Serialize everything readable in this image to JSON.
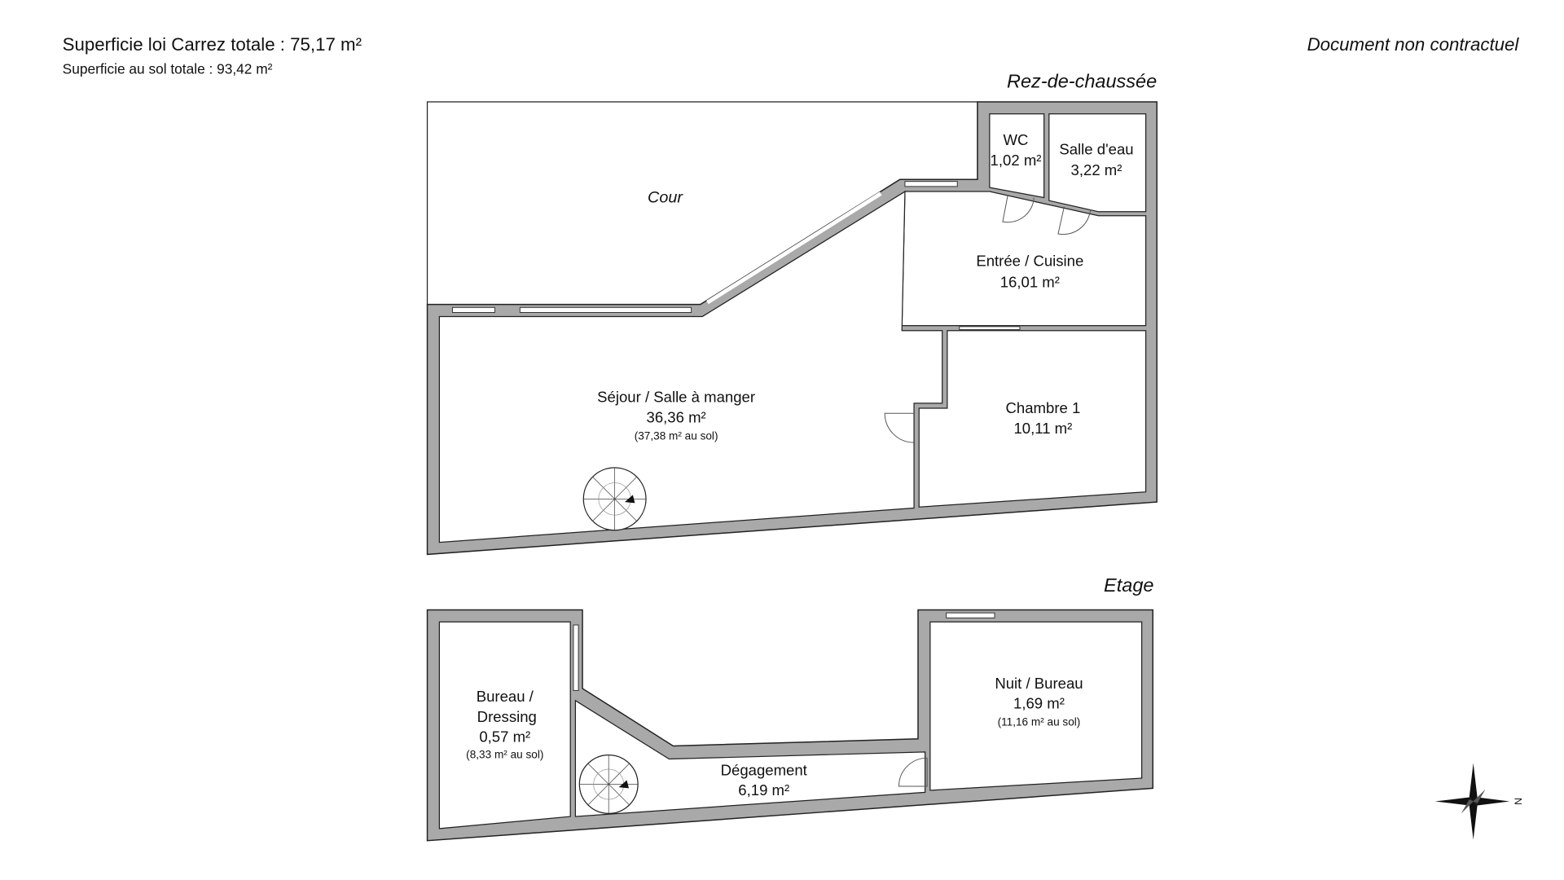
{
  "header": {
    "carrez_total": "Superficie loi Carrez totale :  75,17 m²",
    "sol_total": "Superficie au sol totale :  93,42 m²",
    "disclaimer": "Document non contractuel"
  },
  "levels": {
    "rdc": {
      "title": "Rez-de-chaussée",
      "cour": "Cour",
      "rooms": [
        {
          "name": "WC",
          "area": "1,02 m²"
        },
        {
          "name": "Salle d'eau",
          "area": "3,22 m²"
        },
        {
          "name": "Entrée / Cuisine",
          "area": "16,01 m²"
        },
        {
          "name": "Séjour / Salle à manger",
          "area": "36,36 m²",
          "sol": "(37,38 m² au sol)"
        },
        {
          "name": "Chambre 1",
          "area": "10,11 m²"
        }
      ]
    },
    "etage": {
      "title": "Etage",
      "rooms": [
        {
          "name1": "Bureau /",
          "name2": "Dressing",
          "area": "0,57 m²",
          "sol": "(8,33 m² au sol)"
        },
        {
          "name": "Dégagement",
          "area": "6,19 m²"
        },
        {
          "name": "Nuit / Bureau",
          "area": "1,69 m²",
          "sol": "(11,16 m² au sol)"
        }
      ]
    }
  },
  "compass": {
    "label": "N"
  }
}
